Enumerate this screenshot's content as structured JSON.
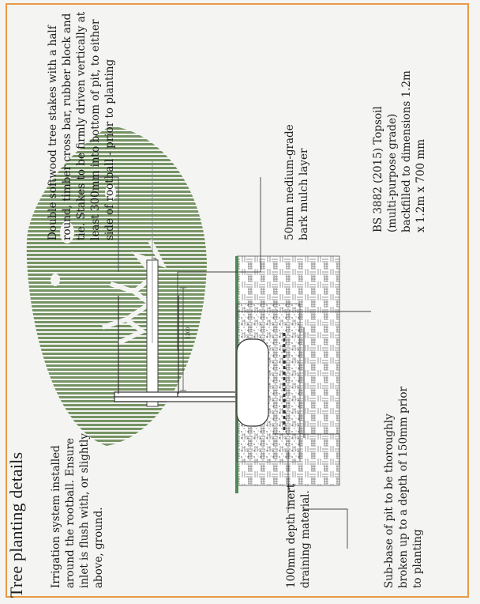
{
  "title": "Tree planting details",
  "labels": {
    "stakes": "Double softwood tree stakes with a half round, timber cross bar, rubber block and tie. Stakes to be firmly driven vertically at least 300mm into bottom of pit, to either side of rootball - prior to planting",
    "mulch": "50mm medium-grade bark mulch layer",
    "topsoil": "BS 3882 (2015) Topsoil (multi-purpose grade) backfilled to dimensions 1.2m x 1.2m x 700 mm",
    "irrigation": "Irrigation system installed around the rootball. Ensure inlet is flush with, or slightly above, ground.",
    "drainage": "100mm depth inert draining material.",
    "subbase": "Sub-base of pit to be thoroughly broken up to a depth of 150mm prior to planting"
  },
  "dimension": "1200",
  "colors": {
    "frame": "#e89a45",
    "foliage": "#6f8f5c",
    "grass": "#4f8b52",
    "ink": "#2a2a2a"
  }
}
